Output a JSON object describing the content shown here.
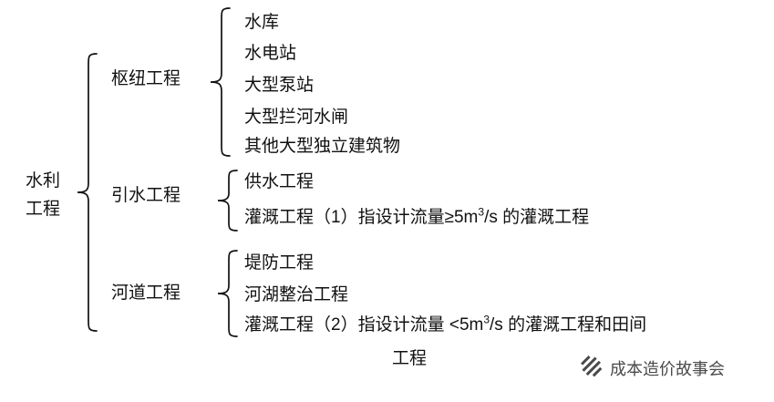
{
  "root": {
    "line1": "水利",
    "line2": "工程"
  },
  "branches": [
    {
      "label": "枢纽工程",
      "children": [
        "水库",
        "水电站",
        "大型泵站",
        "大型拦河水闸",
        "其他大型独立建筑物"
      ]
    },
    {
      "label": "引水工程",
      "children": [
        {
          "text": "供水工程"
        },
        {
          "pre": "灌溉工程（1）指设计流量≥5m",
          "sup": "3",
          "post": "/s 的灌溉工程"
        }
      ]
    },
    {
      "label": "河道工程",
      "children": [
        {
          "text": "堤防工程"
        },
        {
          "text": "河湖整治工程"
        },
        {
          "pre": "灌溉工程（2）指设计流量 <5m",
          "sup": "3",
          "post": "/s 的灌溉工程和田间",
          "cont": "工程"
        }
      ]
    }
  ],
  "watermark": {
    "text": "成本造价故事会"
  }
}
